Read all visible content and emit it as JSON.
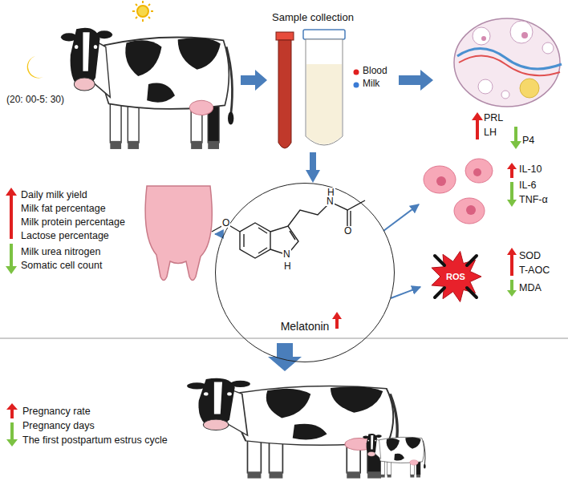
{
  "diagram": {
    "nodes": [
      {
        "text": [
          "Sample collection"
        ]
      },
      {
        "text": [
          "Melatonin"
        ]
      }
    ],
    "edges": [
      {
        "from": 0,
        "to": 1,
        "arrow": "to"
      }
    ],
    "labels": [
      "(20: 00-5: 30)",
      "Blood",
      "Milk",
      "PRL",
      "LH",
      "P4",
      "Daily milk yield",
      "Milk fat percentage",
      "Milk protein percentage",
      "Lactose percentage",
      "Milk urea nitrogen",
      "Somatic cell count",
      "IL-10",
      "IL-6",
      "TNF-α",
      "ROS",
      "SOD",
      "T-AOC",
      "MDA",
      "Pregnancy rate",
      "Pregnancy days",
      "The first postpartum estrus cycle",
      "O",
      "N",
      "H",
      "H",
      "N",
      "O"
    ]
  }
}
